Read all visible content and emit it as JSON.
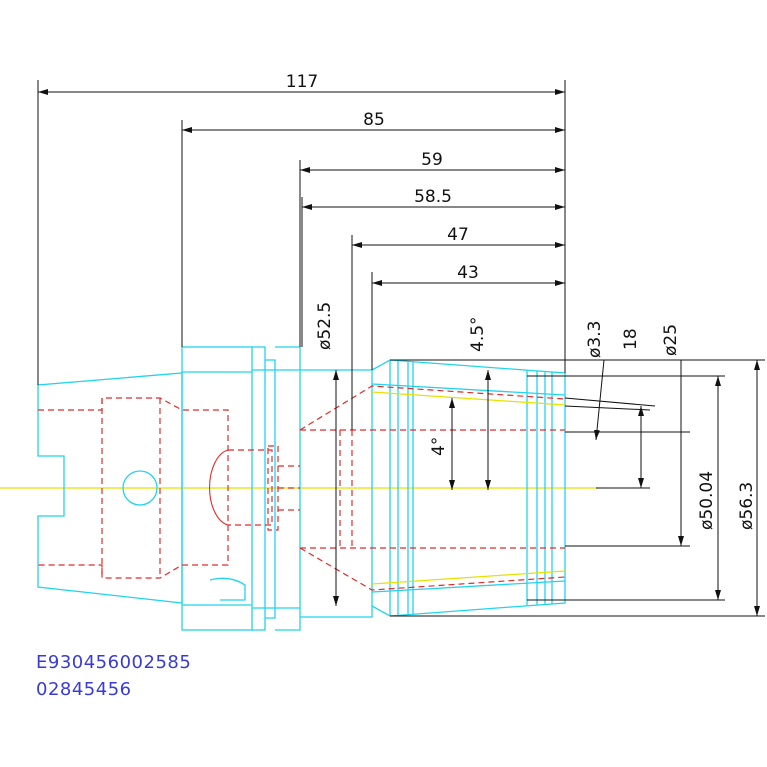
{
  "dimensions": {
    "length_117": "117",
    "length_85": "85",
    "length_59": "59",
    "length_58_5": "58.5",
    "length_47": "47",
    "length_43": "43",
    "dia_52_5": "ø52.5",
    "angle_4_5": "4.5°",
    "angle_4": "4°",
    "dia_3_3": "ø3.3",
    "length_18": "18",
    "dia_25": "ø25",
    "dia_50_04": "ø50.04",
    "dia_56_3": "ø56.3"
  },
  "part_codes": {
    "code_1": "E930456002585",
    "code_2": "02845456"
  },
  "colors": {
    "outline": "#22d3ee",
    "hidden": "#e12b2b",
    "centerline": "#e8e000",
    "dimension": "#111111",
    "code_text": "#3a3ad8"
  }
}
